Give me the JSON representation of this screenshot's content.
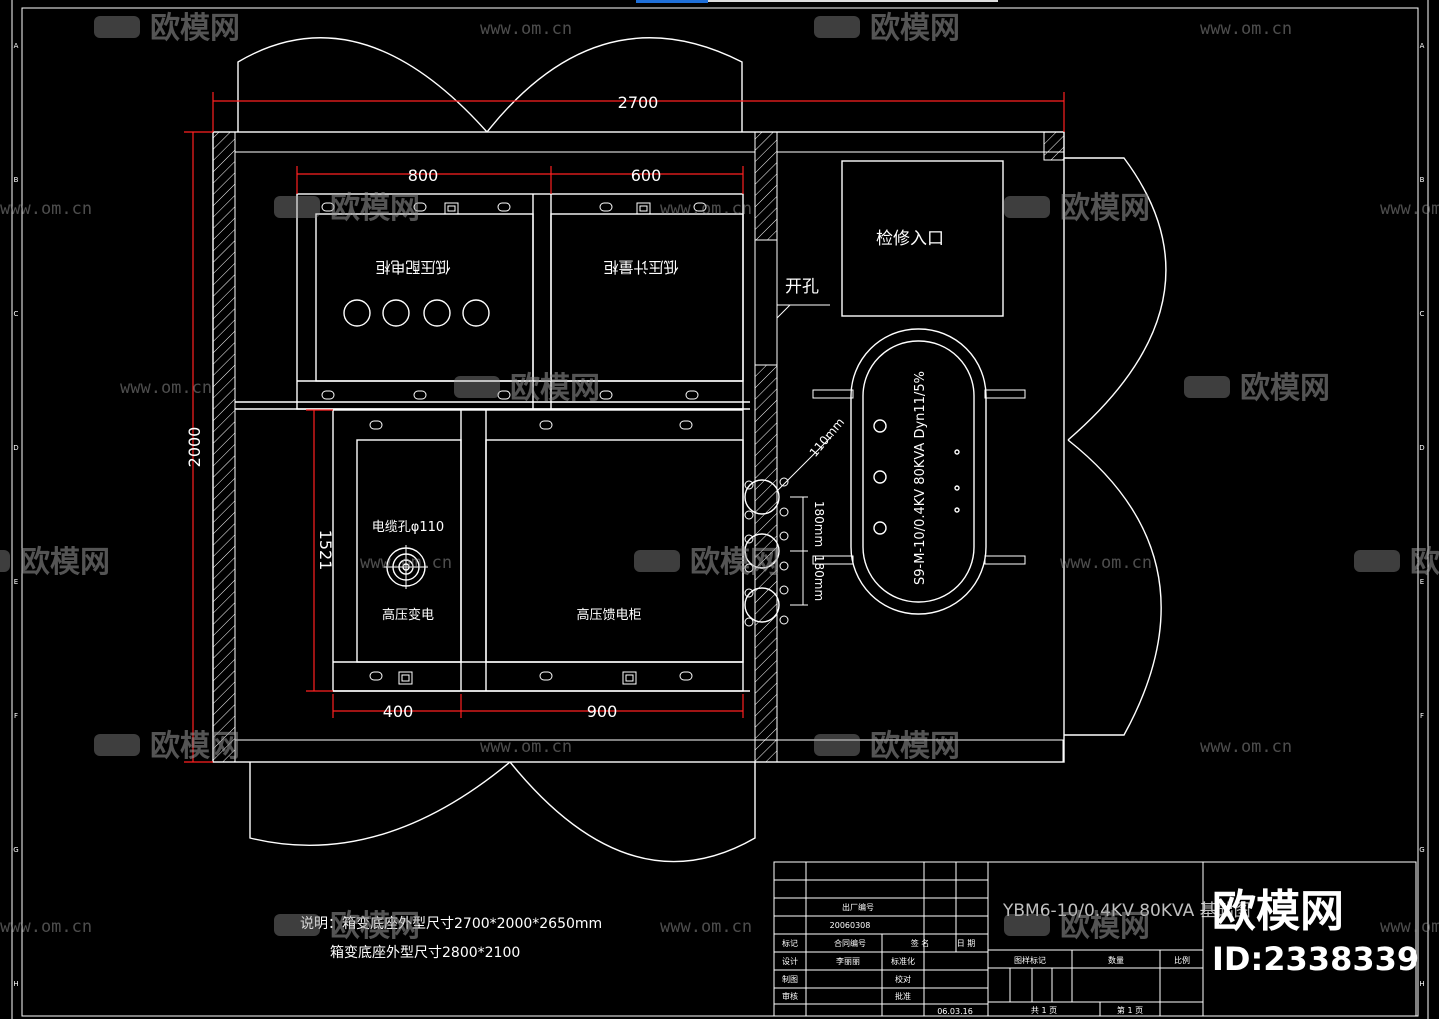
{
  "drawing": {
    "dimensions": {
      "overall_width": "2700",
      "overall_height": "2000",
      "top_left": "800",
      "top_right": "600",
      "bottom_left": "400",
      "bottom_right": "900",
      "left_inner": "1521",
      "hole_dia": "110mm",
      "spacing_a": "180mm",
      "spacing_b": "180mm"
    },
    "labels": {
      "maintenance_entrance": "检修入口",
      "opening": "开孔",
      "cable_hole": "电缆孔φ110",
      "hv_transformer": "高压变电",
      "hv_switchgear": "高压馈电柜",
      "lv_cabinet_1": "低压配电柜",
      "lv_cabinet_2": "低压计量柜",
      "transformer_spec": "S9-M-10/0.4KV 80KVA Dyn11/5%"
    },
    "notes": {
      "line1": "说明：箱变底座外型尺寸2700*2000*2650mm",
      "line2": "箱变底座外型尺寸2800*2100"
    },
    "border_letters_left": [
      "A",
      "B",
      "C",
      "D",
      "E",
      "F",
      "G",
      "H"
    ]
  },
  "title_block": {
    "title": "YBM6-10/0.4KV 80KVA 基础图",
    "factory_no_label": "出厂编号",
    "factory_no": "20060308",
    "contract_no_label": "合同编号",
    "mark_label": "标记",
    "signature_label": "签 名",
    "date_label": "日 期",
    "design_label": "设计",
    "drafter_label": "制图",
    "check_label": "审核",
    "drafter_name": "李丽丽",
    "approve_label": "批准",
    "review_label": "标准化",
    "proof_label": "校对",
    "date_value": "06.03.16",
    "stage_label": "图样标记",
    "weight_label": "数量",
    "scale_label": "比例",
    "sheet_total": "共 1 页",
    "sheet_no": "第 1 页"
  },
  "watermark": {
    "brand": "欧模网",
    "url": "www.om.cn",
    "id_label": "ID:2338339"
  }
}
